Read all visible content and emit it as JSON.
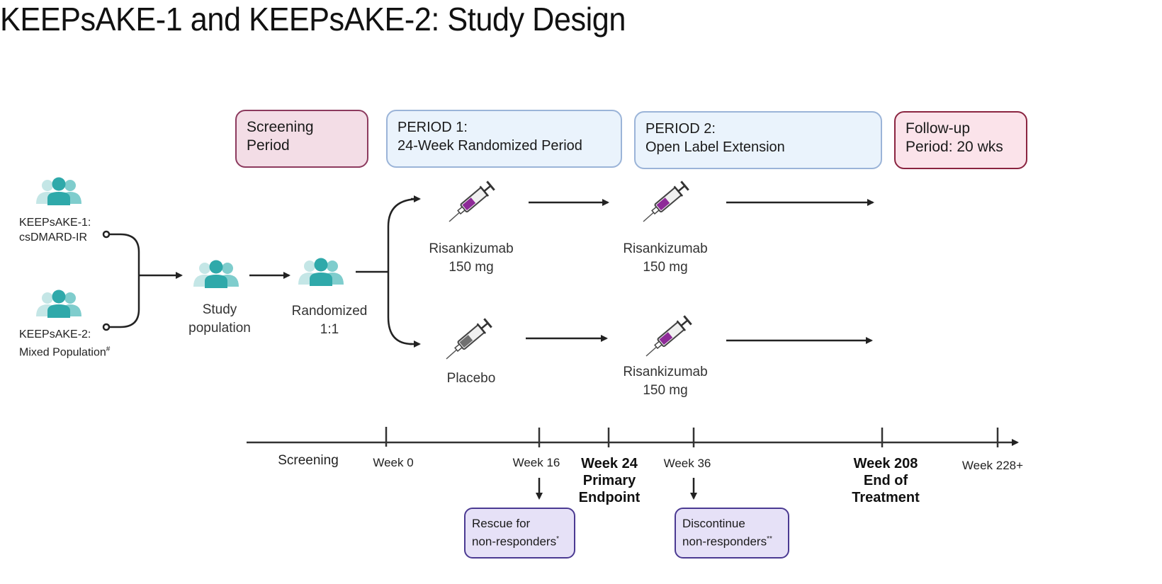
{
  "title": "KEEPsAKE-1 and KEEPsAKE-2: Study Design",
  "periods": {
    "screening": [
      "Screening",
      "Period"
    ],
    "period1": [
      "PERIOD 1:",
      "24-Week Randomized Period"
    ],
    "period2": [
      "PERIOD 2:",
      "Open Label Extension"
    ],
    "followup": [
      "Follow-up",
      "Period: 20 wks"
    ]
  },
  "populations": {
    "keepsake1": [
      "KEEPsAKE-1:",
      "csDMARD-IR"
    ],
    "keepsake2": [
      "KEEPsAKE-2:",
      "Mixed Population"
    ],
    "keepsake2_mark": "#",
    "study_population": [
      "Study",
      "population"
    ],
    "randomized": [
      "Randomized",
      "1:1"
    ]
  },
  "arms": {
    "p1_top": [
      "Risankizumab",
      "150 mg"
    ],
    "p1_bottom": [
      "Placebo"
    ],
    "p2_top": [
      "Risankizumab",
      "150 mg"
    ],
    "p2_bottom": [
      "Risankizumab",
      "150 mg"
    ]
  },
  "timeline": {
    "screening": "Screening",
    "week0": "Week 0",
    "week16": "Week 16",
    "week24": [
      "Week 24",
      "Primary",
      "Endpoint"
    ],
    "week36": "Week 36",
    "week208": [
      "Week 208",
      "End of",
      "Treatment"
    ],
    "week228": "Week 228+"
  },
  "notes": {
    "rescue": [
      "Rescue for",
      "non-responders"
    ],
    "rescue_mark": "*",
    "discontinue": [
      "Discontinue",
      "non-responders"
    ],
    "discontinue_mark": "**"
  },
  "colors": {
    "teal": "#2fa9aa",
    "teal_light": "#7fcdcd",
    "teal_pale": "#c4e6e6",
    "drug": "#8e2a98",
    "placebo": "#707070",
    "arrow": "#222222"
  }
}
